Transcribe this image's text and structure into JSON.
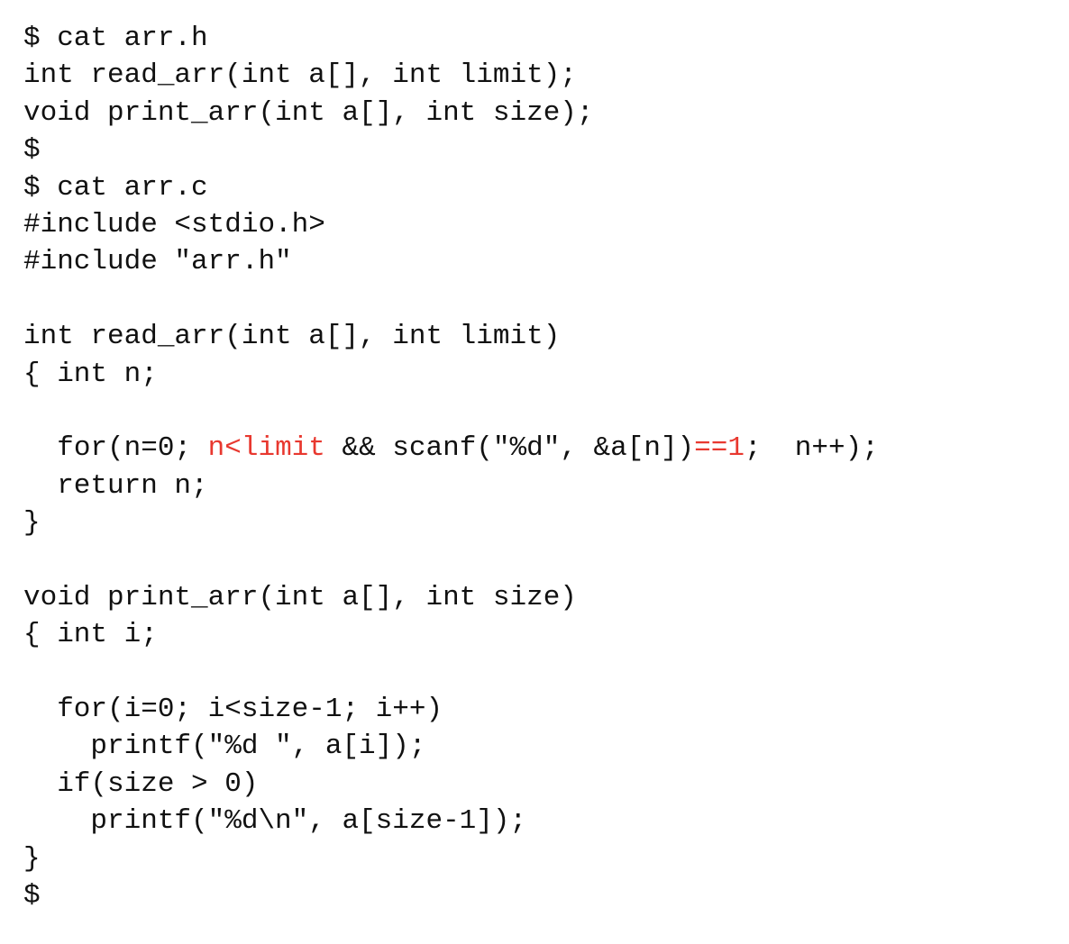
{
  "highlight_color": "#e8382f",
  "text_color": "#111111",
  "terminal": {
    "lines": [
      "$ cat arr.h",
      "int read_arr(int a[], int limit);",
      "void print_arr(int a[], int size);",
      "$",
      "$ cat arr.c",
      "#include <stdio.h>",
      "#include \"arr.h\"",
      "",
      "int read_arr(int a[], int limit)",
      "{ int n;",
      "",
      {
        "indent": "  ",
        "part_for_open": "for(n=0; ",
        "part_cond": "n<limit",
        "part_mid": " && scanf(\"%d\", &a[n])",
        "part_eq": "==1",
        "part_semi": ";  ",
        "part_incr": "n++);"
      },
      "  return n;",
      "}",
      "",
      "void print_arr(int a[], int size)",
      "{ int i;",
      "",
      "  for(i=0; i<size-1; i++)",
      "    printf(\"%d \", a[i]);",
      "  if(size > 0)",
      "    printf(\"%d\\n\", a[size-1]);",
      "}",
      "$"
    ]
  }
}
